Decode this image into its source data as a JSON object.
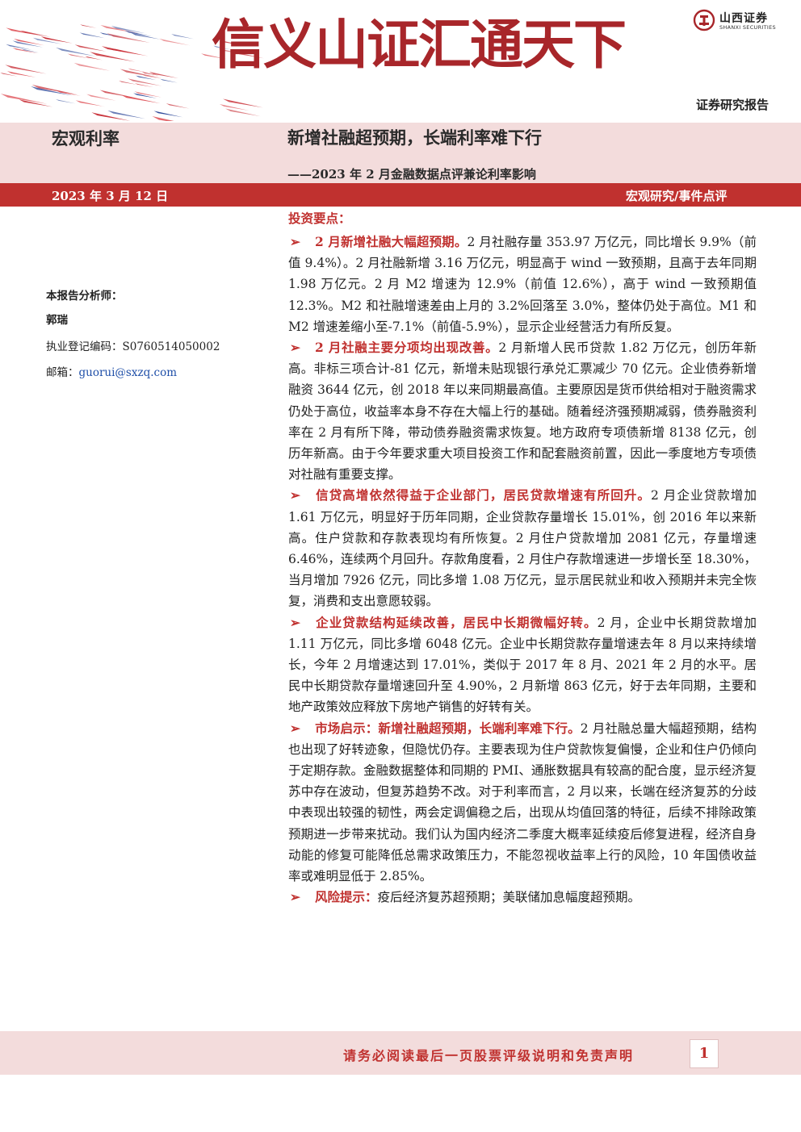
{
  "header": {
    "slogan": "信义山证汇通天下",
    "logo_cn": "山西证券",
    "logo_en": "SHANXI SECURITIES",
    "report_type": "证券研究报告"
  },
  "band": {
    "category": "宏观利率",
    "title": "新增社融超预期，长端利率难下行",
    "subtitle": "——2023 年 2 月金融数据点评兼论利率影响"
  },
  "bar": {
    "date": "2023 年 3 月 12 日",
    "section": "宏观研究/事件点评"
  },
  "analyst": {
    "title": "本报告分析师：",
    "name": "郭瑞",
    "reg_label": "执业登记编码：",
    "reg_value": "S0760514050002",
    "mail_label": "邮箱：",
    "mail_value": "guorui@sxzq.com"
  },
  "main": {
    "key_points_title": "投资要点：",
    "bullets": [
      {
        "lead": "2 月新增社融大幅超预期。",
        "text": "2 月社融存量 353.97 万亿元，同比增长 9.9%（前值 9.4%）。2 月社融新增 3.16 万亿元，明显高于 wind 一致预期，且高于去年同期 1.98 万亿元。2 月 M2 增速为 12.9%（前值 12.6%），高于 wind 一致预期值 12.3%。M2 和社融增速差由上月的 3.2%回落至 3.0%，整体仍处于高位。M1 和 M2 增速差缩小至-7.1%（前值-5.9%），显示企业经营活力有所反复。"
      },
      {
        "lead": "2 月社融主要分项均出现改善。",
        "text": "2 月新增人民币贷款 1.82 万亿元，创历年新高。非标三项合计-81 亿元，新增未贴现银行承兑汇票减少 70 亿元。企业债券新增融资 3644 亿元，创 2018 年以来同期最高值。主要原因是货币供给相对于融资需求仍处于高位，收益率本身不存在大幅上行的基础。随着经济强预期减弱，债券融资利率在 2 月有所下降，带动债券融资需求恢复。地方政府专项债新增 8138 亿元，创历年新高。由于今年要求重大项目投资工作和配套融资前置，因此一季度地方专项债对社融有重要支撑。"
      },
      {
        "lead": "信贷高增依然得益于企业部门，居民贷款增速有所回升。",
        "text": "2 月企业贷款增加 1.61 万亿元，明显好于历年同期，企业贷款存量增长 15.01%，创 2016 年以来新高。住户贷款和存款表现均有所恢复。2 月住户贷款增加 2081 亿元，存量增速 6.46%，连续两个月回升。存款角度看，2 月住户存款增速进一步增长至 18.30%，当月增加 7926 亿元，同比多增 1.08 万亿元，显示居民就业和收入预期并未完全恢复，消费和支出意愿较弱。"
      },
      {
        "lead": "企业贷款结构延续改善，居民中长期微幅好转。",
        "text": "2 月，企业中长期贷款增加 1.11 万亿元，同比多增 6048 亿元。企业中长期贷款存量增速去年 8 月以来持续增长，今年 2 月增速达到 17.01%，类似于 2017 年 8 月、2021 年 2 月的水平。居民中长期贷款存量增速回升至 4.90%，2 月新增 863 亿元，好于去年同期，主要和地产政策效应释放下房地产销售的好转有关。"
      },
      {
        "lead": "市场启示：新增社融超预期，长端利率难下行。",
        "text": "2 月社融总量大幅超预期，结构也出现了好转迹象，但隐忧仍存。主要表现为住户贷款恢复偏慢，企业和住户仍倾向于定期存款。金融数据整体和同期的 PMI、通胀数据具有较高的配合度，显示经济复苏中存在波动，但复苏趋势不改。对于利率而言，2 月以来，长端在经济复苏的分歧中表现出较强的韧性，两会定调偏稳之后，出现从均值回落的特征，后续不排除政策预期进一步带来扰动。我们认为国内经济二季度大概率延续疫后修复进程，经济自身动能的修复可能降低总需求政策压力，不能忽视收益率上行的风险，10 年国债收益率或难明显低于 2.85%。"
      },
      {
        "lead": "风险提示：",
        "text": "疫后经济复苏超预期；美联储加息幅度超预期。"
      }
    ]
  },
  "footer": {
    "note": "请务必阅读最后一页股票评级说明和免责声明",
    "page": "1"
  },
  "colors": {
    "accent_red": "#c0312f",
    "band_pink": "#f3dcdc",
    "text": "#222222",
    "link_blue": "#1f4fa8"
  }
}
